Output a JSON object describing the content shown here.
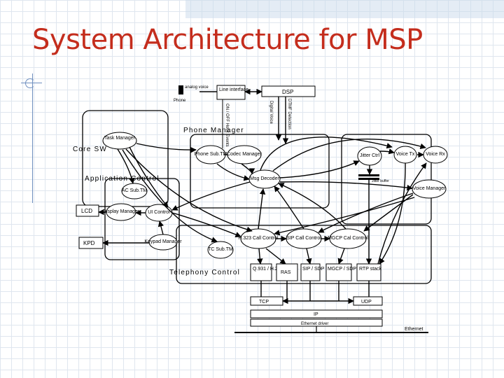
{
  "title": "System Architecture for MSP",
  "labels": {
    "analog_voice": "analog voice",
    "phone": "Phone",
    "line_interface": "Line interface",
    "dsp": "DSP",
    "onoff_hook": "ON / OFF Hook Events",
    "digital_voice": "Digital Voice",
    "dtmf_detection": "DTMF Detection",
    "core_sw": "Core SW",
    "phone_manager": "Phone Manager",
    "task_manager": "Task Manager",
    "phone_subtm": "Phone Sub.TM",
    "codec_manager": "Codec Manager",
    "jitter_ctrl": "Jitter Ctrl",
    "voice_tx": "Voice Tx",
    "voice_rx": "Voice Rx",
    "jitter_buffer": "Jitter buffer",
    "msg_decoder": "Msg Decoder",
    "voice_manager": "Voice Manager",
    "application_control": "Application Control",
    "ac_subtm": "AC Sub.TM",
    "lcd": "LCD",
    "display_manager": "Display Manager",
    "ui_control": "UI Control",
    "kpd": "KPD",
    "keypad_manager": "Keypad Manager",
    "tc_subtm": "TC Sub.TM",
    "h323_call_control": "H.323 Call Control",
    "sip_call_control": "SIP Call Control",
    "mgcp_call_control": "MGCP Cal Control",
    "q931_h245": "Q.931 / H.245",
    "ras": "RAS",
    "sip_sdp": "SIP / SDP",
    "mgcp_sdp": "MGCP / SDP",
    "rtp_stack": "RTP stack",
    "telephony_control": "Telephony Control",
    "tcp": "TCP",
    "udp": "UDP",
    "ip": "IP",
    "ethernet_driver": "Ethernet driver",
    "ethernet": "Ethernet"
  }
}
